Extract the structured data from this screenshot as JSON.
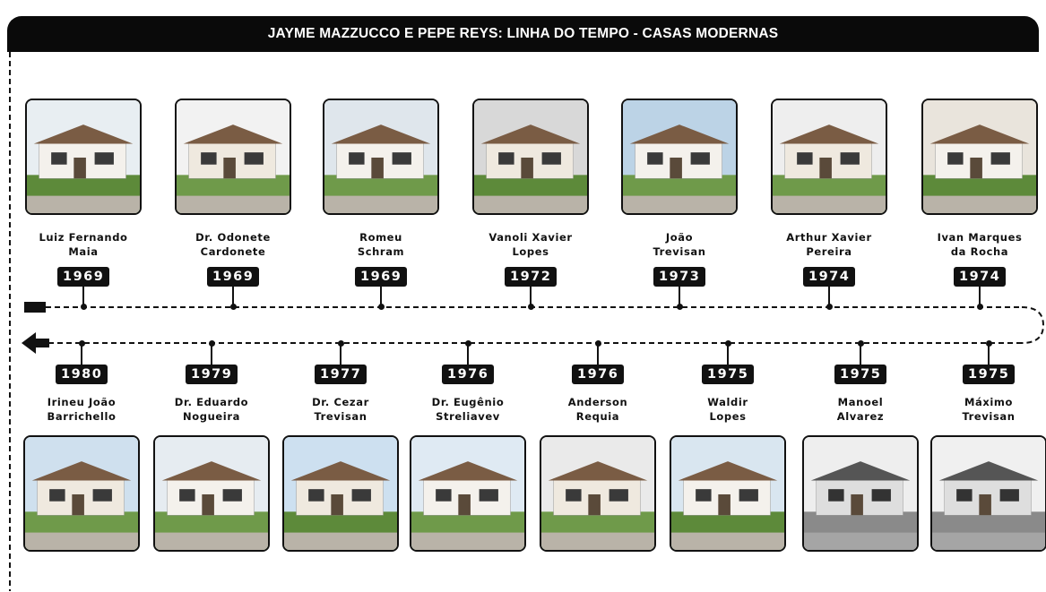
{
  "title": "JAYME MAZZUCCO E PEPE REYS: LINHA DO TEMPO - CASAS MODERNAS",
  "colors": {
    "ink": "#111111",
    "banner": "#0a0a0a",
    "label_text": "#ffffff"
  },
  "top_row": [
    {
      "name": "Luiz Fernando\nMaia",
      "year": "1969"
    },
    {
      "name": "Dr. Odonete\nCardonete",
      "year": "1969"
    },
    {
      "name": "Romeu\nSchram",
      "year": "1969"
    },
    {
      "name": "Vanoli Xavier\nLopes",
      "year": "1972"
    },
    {
      "name": "João\nTrevisan",
      "year": "1973"
    },
    {
      "name": "Arthur Xavier\nPereira",
      "year": "1974"
    },
    {
      "name": "Ivan Marques\nda Rocha",
      "year": "1974"
    }
  ],
  "bottom_row": [
    {
      "name": "Irineu João\nBarrichello",
      "year": "1980"
    },
    {
      "name": "Dr. Eduardo\nNogueira",
      "year": "1979"
    },
    {
      "name": "Dr. Cezar\nTrevisan",
      "year": "1977"
    },
    {
      "name": "Dr. Eugênio\nStreliavev",
      "year": "1976"
    },
    {
      "name": "Anderson\nRequia",
      "year": "1976"
    },
    {
      "name": "Waldir\nLopes",
      "year": "1975"
    },
    {
      "name": "Manoel\nAlvarez",
      "year": "1975"
    },
    {
      "name": "Máximo\nTrevisan",
      "year": "1975"
    }
  ]
}
